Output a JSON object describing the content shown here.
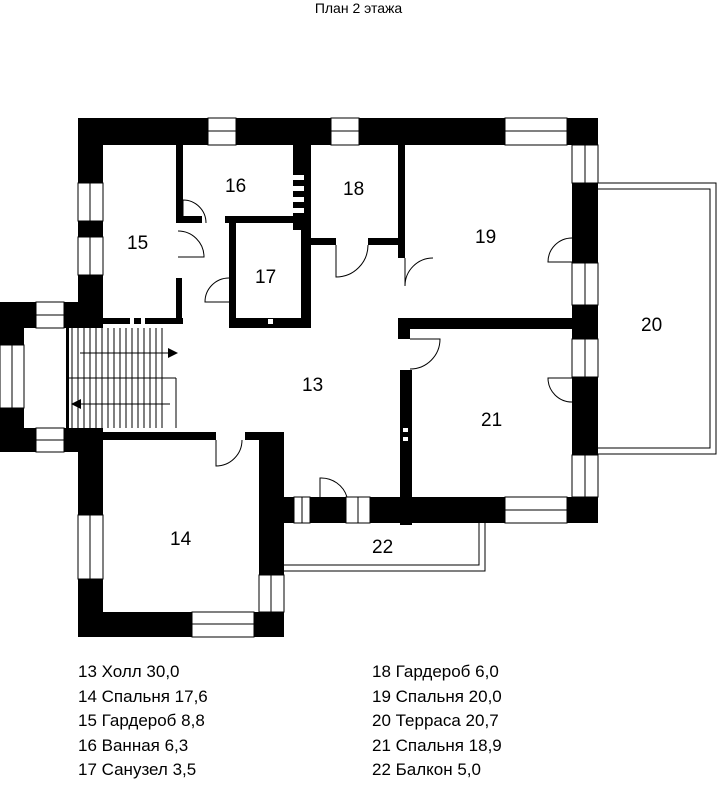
{
  "title": "План 2 этажа",
  "rooms": [
    {
      "num": "13",
      "name": "Холл",
      "area": "30,0"
    },
    {
      "num": "14",
      "name": "Спальня",
      "area": "17,6"
    },
    {
      "num": "15",
      "name": "Гардероб",
      "area": "8,8"
    },
    {
      "num": "16",
      "name": "Ванная",
      "area": "6,3"
    },
    {
      "num": "17",
      "name": "Санузел",
      "area": "3,5"
    },
    {
      "num": "18",
      "name": "Гардероб",
      "area": "6,0"
    },
    {
      "num": "19",
      "name": "Спальня",
      "area": "20,0"
    },
    {
      "num": "20",
      "name": "Терраса",
      "area": "20,7"
    },
    {
      "num": "21",
      "name": "Спальня",
      "area": "18,9"
    },
    {
      "num": "22",
      "name": "Балкон",
      "area": "5,0"
    }
  ],
  "legend_left": [
    "13 Холл 30,0",
    "14 Спальня 17,6",
    "15 Гардероб 8,8",
    "16 Ванная 6,3",
    "17 Санузел 3,5"
  ],
  "legend_right": [
    "18 Гардероб 6,0",
    "19 Спальня 20,0",
    "20 Терраса 20,7",
    "21 Спальня 18,9",
    "22 Балкон 5,0"
  ],
  "colors": {
    "wall": "#000000",
    "background": "#ffffff"
  }
}
